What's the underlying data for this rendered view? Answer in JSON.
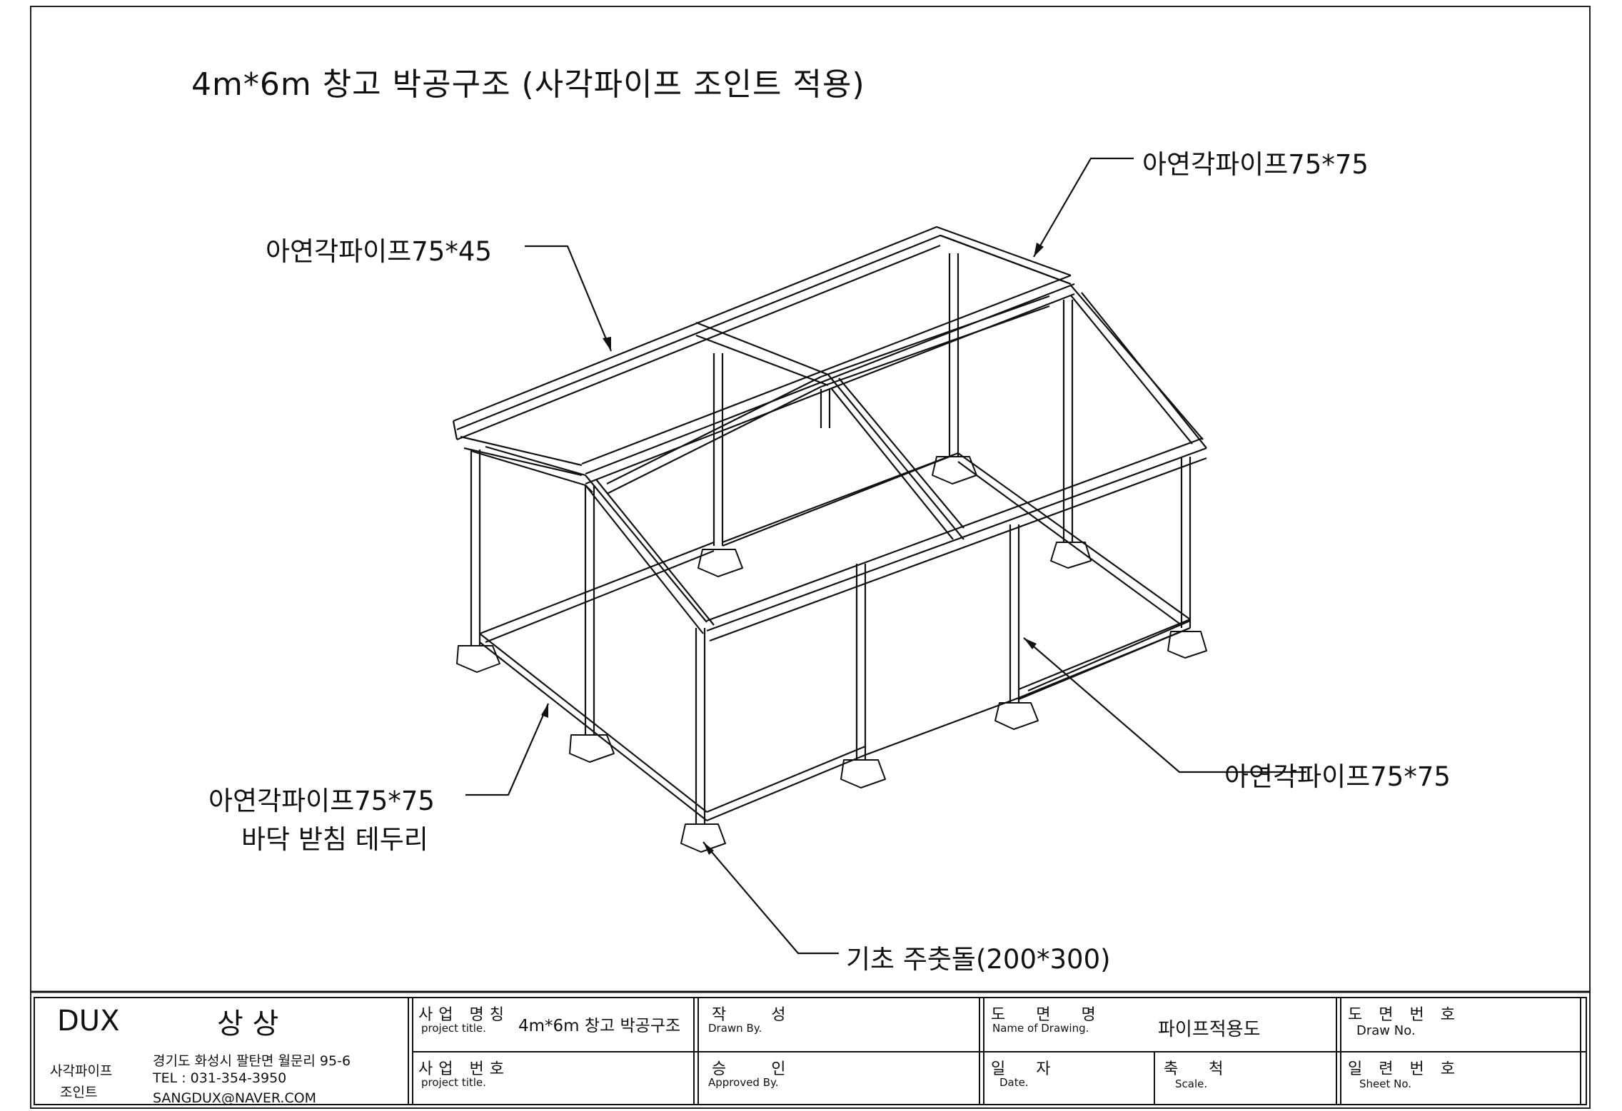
{
  "drawing": {
    "title": "4m*6m 창고 박공구조 (사각파이프 조인트 적용)",
    "labels": {
      "top_right": "아연각파이프75*75",
      "top_left": "아연각파이프75*45",
      "right": "아연각파이프75*75",
      "bottom_left_1": "아연각파이프75*75",
      "bottom_left_2": "바닥 받침 테두리",
      "bottom": "기초 주춧돌(200*300)"
    }
  },
  "title_block": {
    "company": "DUX",
    "company_ko": "상 상",
    "product_line1": "사각파이프",
    "product_line2": "조인트",
    "address": "경기도 화성시 팔탄면 월문리 95-6",
    "tel": "TEL : 031-354-3950",
    "email": "SANGDUX@NAVER.COM",
    "project_name_ko": "사업 명칭",
    "project_name_en": "project title.",
    "project_name_value": "4m*6m 창고 박공구조",
    "project_no_ko": "사업 번호",
    "project_no_en": "project title.",
    "drawn_ko": "작 성",
    "drawn_en": "Drawn By.",
    "approved_ko": "승 인",
    "approved_en": "Approved By.",
    "drawing_name_ko": "도 면 명",
    "drawing_name_en": "Name of Drawing.",
    "drawing_name_value": "파이프적용도",
    "date_ko": "일 자",
    "date_en": "Date.",
    "scale_ko": "축 척",
    "scale_en": "Scale.",
    "draw_no_ko": "도 면 번 호",
    "draw_no_en": "Draw No.",
    "sheet_no_ko": "일 련 번 호",
    "sheet_no_en": "Sheet No."
  }
}
